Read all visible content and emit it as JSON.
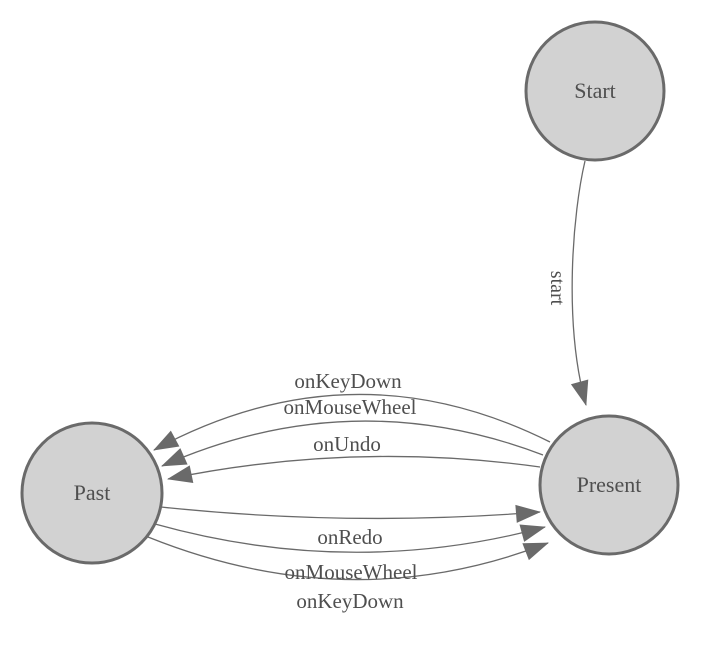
{
  "colors": {
    "background": "#ffffff",
    "node_fill": "#d2d2d2",
    "node_stroke": "#6a6a6a",
    "edge_stroke": "#6a6a6a",
    "arrowhead_fill": "#6a6a6a",
    "label_text": "#4f4f4f"
  },
  "nodes": [
    {
      "id": "start",
      "label": "Start"
    },
    {
      "id": "present",
      "label": "Present"
    },
    {
      "id": "past",
      "label": "Past"
    }
  ],
  "edges": [
    {
      "from": "start",
      "to": "present",
      "label": "start"
    },
    {
      "from": "present",
      "to": "past",
      "label": "onKeyDown"
    },
    {
      "from": "present",
      "to": "past",
      "label": "onMouseWheel"
    },
    {
      "from": "present",
      "to": "past",
      "label": "onUndo"
    },
    {
      "from": "past",
      "to": "present",
      "label": "onRedo"
    },
    {
      "from": "past",
      "to": "present",
      "label": "onMouseWheel"
    },
    {
      "from": "past",
      "to": "present",
      "label": "onKeyDown"
    }
  ]
}
